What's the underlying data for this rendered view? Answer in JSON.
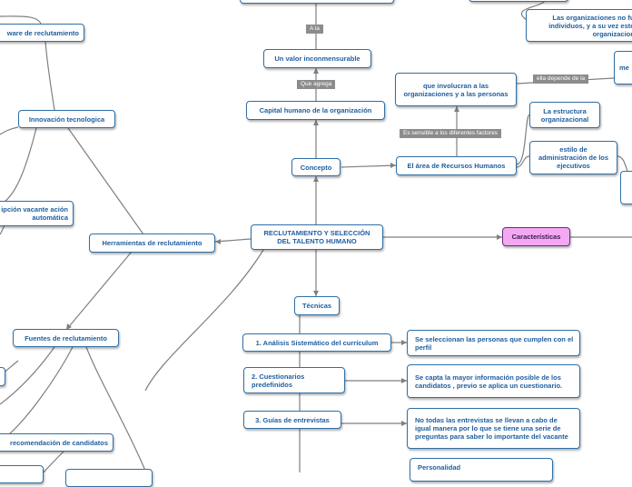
{
  "nodes": {
    "root": "RECLUTAMIENTO Y SELECCIÓN DEL TALENTO HUMANO",
    "concepto": "Concepto",
    "capital": "Capital humano de la organización",
    "valor": "Un valor inconmensurable",
    "area_rh": "El área de Recursos Humanos",
    "involucran": "que involucran a las organizaciones y a las personas",
    "estructura": "La estructura organizacional",
    "estilo": "estilo de administración de los ejecutivos",
    "organizaciones_fun": "Las organizaciones no fun individuos, y a su vez estos organizacione",
    "me": "me",
    "caracteristicas": "Características",
    "herramientas": "Herramientas de reclutamiento",
    "innovacion": "Innovación tecnologica",
    "software": "ware de reclutamiento",
    "descripcion": "ipción vacante ación automática",
    "fuentes": "Fuentes de reclutamiento",
    "recomendacion": "recomendación de candidatos",
    "tecnicas": "Técnicas",
    "analisis": "1. Análisis Sistemático del currículum",
    "cuestionarios": "2. Cuestionarios predefinidos",
    "guias": "3. Guías de entrevistas",
    "seleccionan": "Se seleccionan las personas que cumplen con el perfil",
    "capta": "Se capta la mayor información posible de los candidatos , previo se aplica un cuestionario.",
    "no_todas": "No todas las entrevistas se llevan a cabo de igual manera por lo que se tiene una serie de preguntas para saber lo importante del vacante",
    "personalidad": "Personalidad"
  },
  "labels": {
    "a_la": "A la",
    "que_agrega": "Que agrega",
    "sensible": "Es sensible a los diferentes factores",
    "depende": "ella depende de la"
  },
  "colors": {
    "node_border": "#2f6fa6",
    "node_text": "#1f5fa0",
    "pink_fill": "#f3a8f3",
    "link": "#7f7f7f",
    "label_bg": "#8c8c8c"
  }
}
